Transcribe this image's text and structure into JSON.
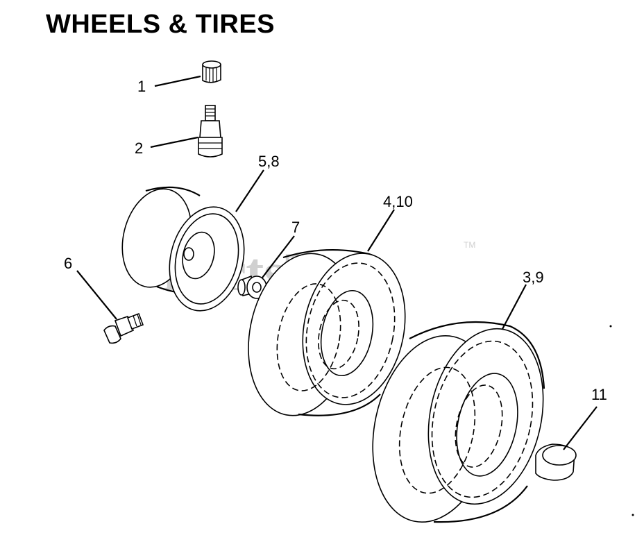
{
  "title": "WHEELS & TIRES",
  "watermark": {
    "text": "PartsTree",
    "trademark": "TM"
  },
  "callouts": {
    "c1": "1",
    "c2": "2",
    "c3": "3,9",
    "c4": "4,10",
    "c5": "5,8",
    "c6": "6",
    "c7": "7",
    "c11": "11"
  }
}
